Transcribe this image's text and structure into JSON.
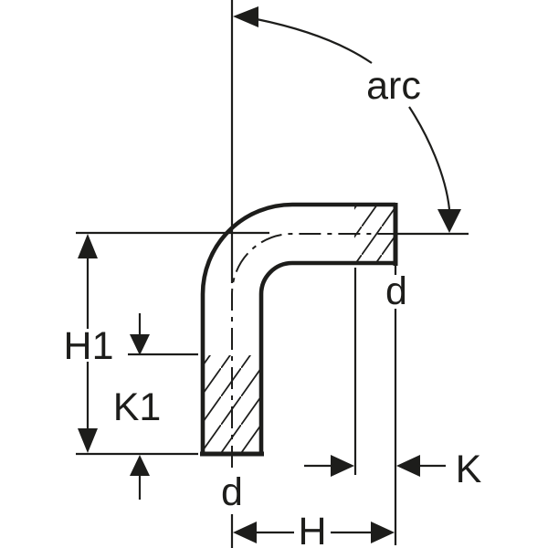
{
  "figure": {
    "description": "Technical dimension drawing of a 90 degree pipe bend (elbow) with hatched insertion-depth zones at both ends"
  },
  "colors": {
    "line": "#1d1d1b",
    "background": "#ffffff"
  },
  "labels": {
    "arc": "arc",
    "h1": "H1",
    "k1": "K1",
    "h": "H",
    "k": "K",
    "d_bottom": "d",
    "d_right": "d"
  }
}
